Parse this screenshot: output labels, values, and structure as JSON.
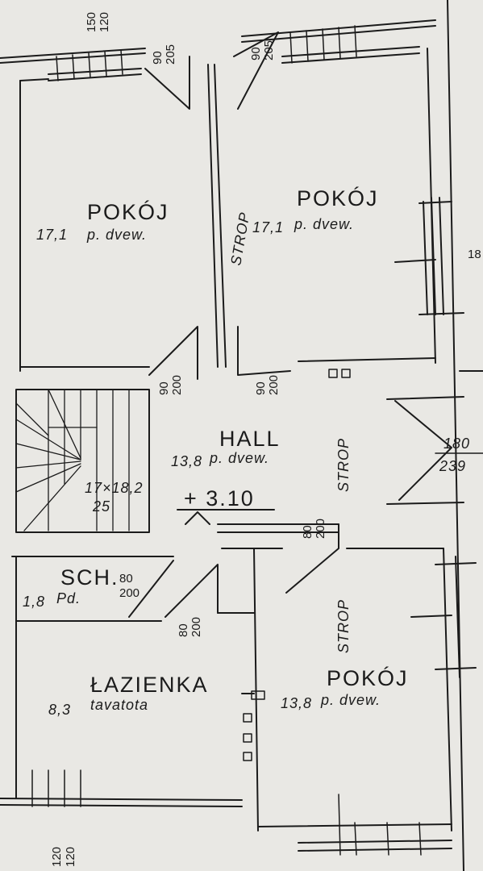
{
  "rooms": {
    "pokoj_top_left": {
      "name": "POKÓJ",
      "area": "17,1",
      "floor": "p. dvew."
    },
    "pokoj_top_right": {
      "name": "POKÓJ",
      "area": "17,1",
      "floor": "p. dvew."
    },
    "hall": {
      "name": "HALL",
      "area": "13,8",
      "floor": "p. dvew."
    },
    "schowek": {
      "name": "SCH.",
      "area": "1,8",
      "floor": "Pd."
    },
    "lazienka": {
      "name": "ŁAZIENKA",
      "area": "8,3",
      "floor": "tavatota"
    },
    "pokoj_bottom_right": {
      "name": "POKÓJ",
      "area": "13,8",
      "floor": "p. dvew."
    }
  },
  "labels": {
    "strop": "STROP",
    "level": "+ 3.10",
    "stairs": "17×18,2",
    "stairs_sub": "25",
    "win_right_top": "180",
    "win_right_bottom": "239",
    "dim_top_1": "150",
    "dim_top_2": "120",
    "dim_bottom_1": "120",
    "dim_bottom_2": "120",
    "door_90": "90",
    "door_205": "205",
    "door_80": "80",
    "door_200": "200",
    "dim_side": "18"
  }
}
